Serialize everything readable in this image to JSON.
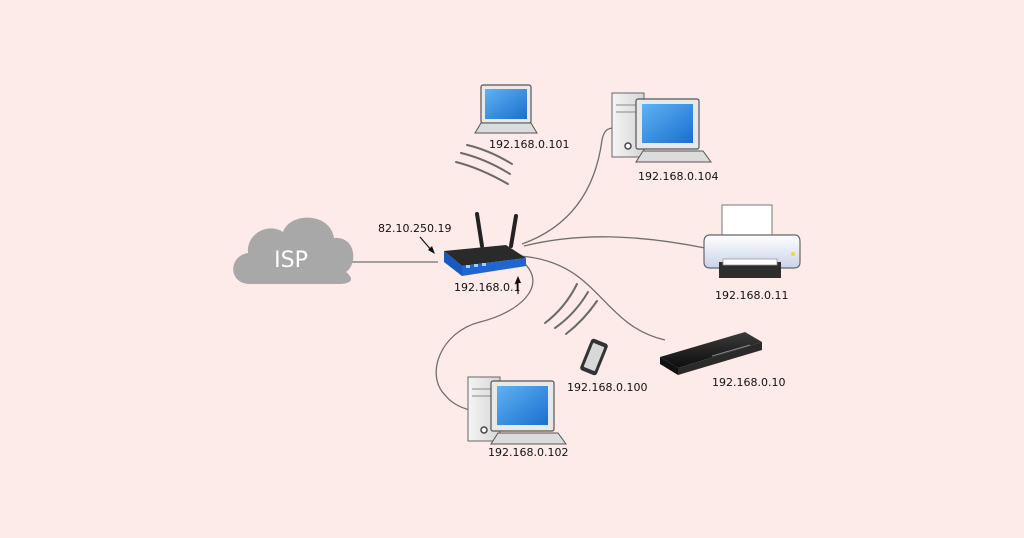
{
  "colors": {
    "background": "#fdebe9",
    "cloud": "#a7a7a7",
    "router": "#1f63c9",
    "screen": "#2d8ee6",
    "wire": "#6f6f6f"
  },
  "isp": {
    "label": "ISP",
    "icon": "cloud-icon"
  },
  "router": {
    "icon": "wireless-router-icon",
    "wan_ip": "82.10.250.19",
    "lan_ip": "192.168.0.1"
  },
  "devices": [
    {
      "icon": "laptop-icon",
      "ip": "192.168.0.101",
      "connection": "wireless"
    },
    {
      "icon": "desktop-computer-icon",
      "ip": "192.168.0.104",
      "connection": "wired"
    },
    {
      "icon": "printer-icon",
      "ip": "192.168.0.11",
      "connection": "wired"
    },
    {
      "icon": "set-top-box-icon",
      "ip": "192.168.0.10",
      "connection": "wired"
    },
    {
      "icon": "smartphone-icon",
      "ip": "192.168.0.100",
      "connection": "wireless"
    },
    {
      "icon": "desktop-computer-icon",
      "ip": "192.168.0.102",
      "connection": "wired"
    }
  ]
}
